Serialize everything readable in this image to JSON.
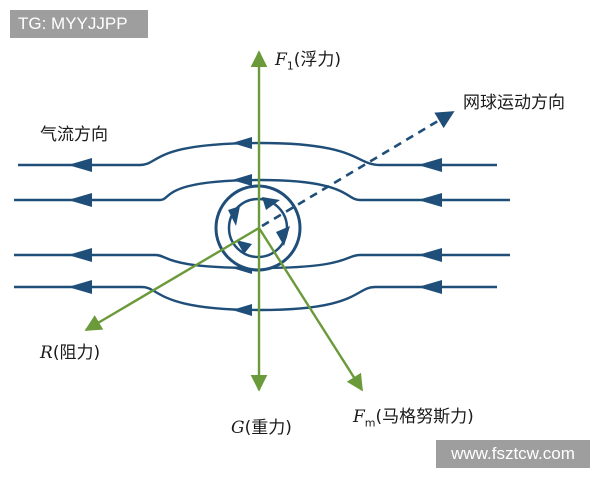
{
  "watermark": {
    "tag": "TG: MYYJJPP",
    "site": "www.fsztcw.com"
  },
  "labels": {
    "airflow": "气流方向",
    "ball_motion": "网球运动方向",
    "lift_symbol": "F",
    "lift_sub": "1",
    "lift_text": "(浮力)",
    "drag_symbol": "R",
    "drag_text": "(阻力)",
    "magnus_symbol": "F",
    "magnus_sub": "m",
    "magnus_text": "(马格努斯力)",
    "gravity_symbol": "G",
    "gravity_text": "(重力)"
  },
  "colors": {
    "flow": "#1f4e79",
    "force": "#6a9a3a",
    "badge": "#9e9e9e",
    "text": "#1a1a1a"
  }
}
